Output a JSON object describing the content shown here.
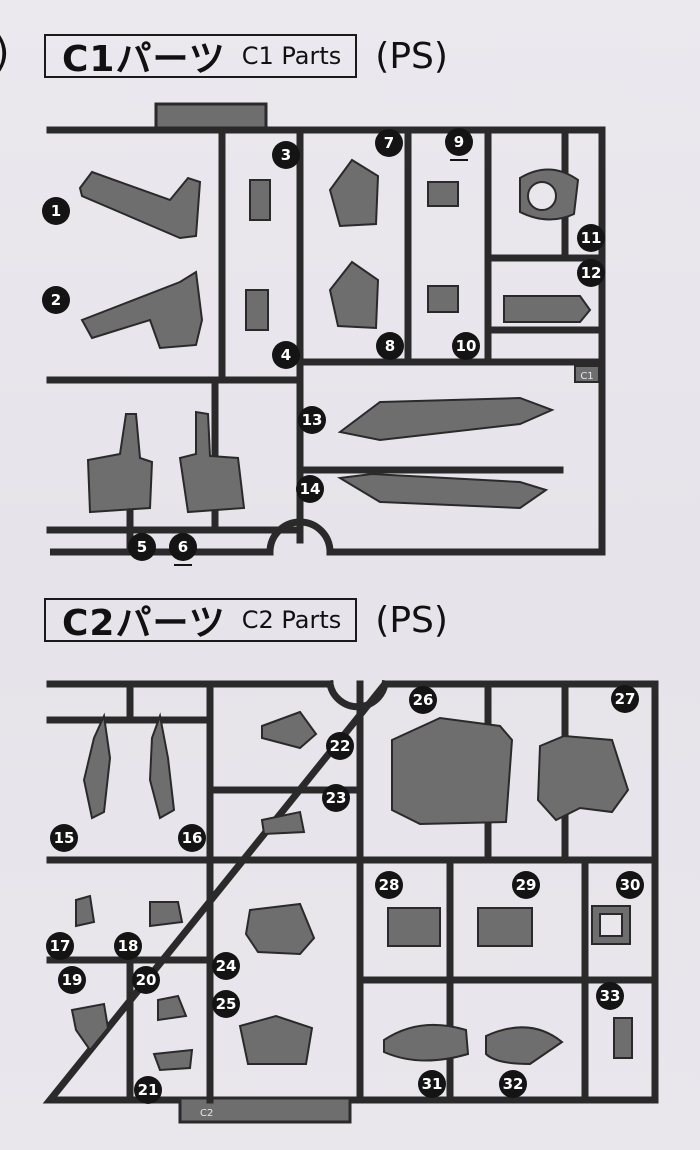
{
  "c1": {
    "title": "C1パーツ",
    "subtitle": "C1 Parts",
    "material": "(PS)",
    "runner_tag": "C1"
  },
  "c2": {
    "title": "C2パーツ",
    "subtitle": "C2 Parts",
    "material": "(PS)",
    "runner_tag": "C2"
  },
  "fragment": ")",
  "c1_parts": [
    "1",
    "2",
    "3",
    "4",
    "5",
    "6",
    "7",
    "8",
    "9",
    "10",
    "11",
    "12",
    "13",
    "14"
  ],
  "c2_parts": [
    "15",
    "16",
    "17",
    "18",
    "19",
    "20",
    "21",
    "22",
    "23",
    "24",
    "25",
    "26",
    "27",
    "28",
    "29",
    "30",
    "31",
    "32",
    "33"
  ],
  "underlined": [
    "6",
    "9"
  ]
}
